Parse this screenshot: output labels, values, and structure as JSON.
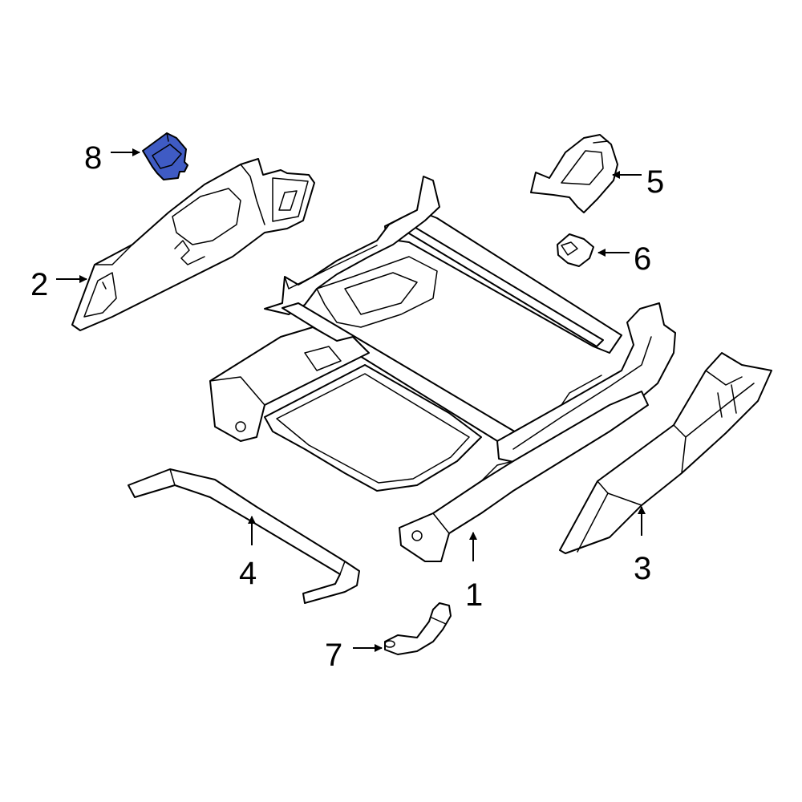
{
  "diagram": {
    "highlight_color": "#3f5bc4",
    "line_color": "#000000",
    "background": "#ffffff",
    "callouts": [
      {
        "id": "1",
        "label": "1"
      },
      {
        "id": "2",
        "label": "2"
      },
      {
        "id": "3",
        "label": "3"
      },
      {
        "id": "4",
        "label": "4"
      },
      {
        "id": "5",
        "label": "5"
      },
      {
        "id": "6",
        "label": "6"
      },
      {
        "id": "7",
        "label": "7"
      },
      {
        "id": "8",
        "label": "8",
        "highlighted": true
      }
    ]
  }
}
